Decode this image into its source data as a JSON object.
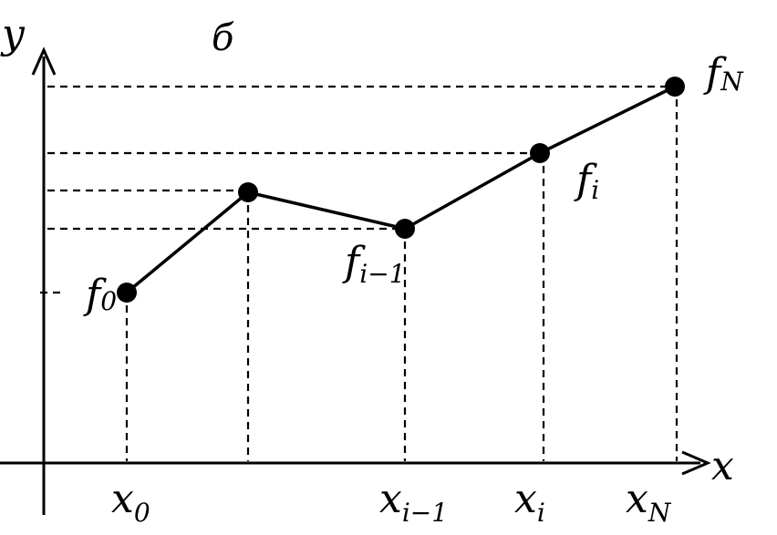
{
  "panel_label": "б",
  "axes": {
    "x_label": "x",
    "y_label": "y"
  },
  "x_ticks": [
    {
      "base": "x",
      "sub": "0"
    },
    {
      "base": "x",
      "sub": "i−1"
    },
    {
      "base": "x",
      "sub": "i"
    },
    {
      "base": "x",
      "sub": "N"
    }
  ],
  "point_labels": [
    {
      "base": "f",
      "sub": "0"
    },
    {
      "base": "f",
      "sub": "i−1"
    },
    {
      "base": "f",
      "sub": "i"
    },
    {
      "base": "f",
      "sub": "N"
    }
  ],
  "colors": {
    "ink": "#000000",
    "background": "#ffffff"
  }
}
